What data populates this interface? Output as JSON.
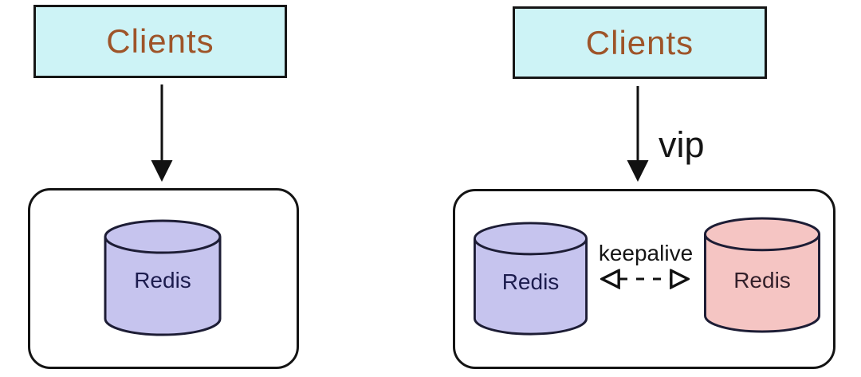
{
  "diagram": {
    "title_implicit": "Redis single instance vs keepalive VIP failover pair",
    "left_panel": {
      "clients_label": "Clients",
      "redis_label": "Redis"
    },
    "right_panel": {
      "clients_label": "Clients",
      "vip_label": "vip",
      "keepalive_label": "keepalive",
      "redis_primary_label": "Redis",
      "redis_standby_label": "Redis"
    },
    "colors": {
      "clients_fill": "#cdf3f6",
      "clients_text": "#9e5429",
      "box_border": "#161616",
      "container_border": "#141414",
      "cylinder_purple": "#c6c4ee",
      "cylinder_pink": "#f5c5c3",
      "cylinder_stroke": "#1d1d35",
      "redis_text_purple": "#1c1c4e",
      "redis_text_pink": "#33202a",
      "arrow": "#111111",
      "label_text": "#151515"
    }
  }
}
